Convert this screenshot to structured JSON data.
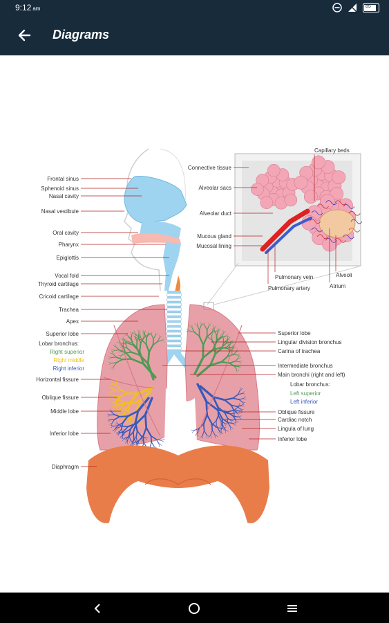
{
  "status": {
    "time": "9:12",
    "time_suffix": "am",
    "battery": "85"
  },
  "appbar": {
    "title": "Diagrams"
  },
  "diagram": {
    "left_labels": [
      {
        "text": "Frontal sinus"
      },
      {
        "text": "Sphenoid sinus"
      },
      {
        "text": "Nasal cavity"
      },
      {
        "text": "Nasal vestibule"
      },
      {
        "text": "Oral cavity"
      },
      {
        "text": "Pharynx"
      },
      {
        "text": "Epiglottis"
      },
      {
        "text": "Vocal fold"
      },
      {
        "text": "Thyroid cartilage"
      },
      {
        "text": "Cricoid cartilage"
      },
      {
        "text": "Trachea"
      },
      {
        "text": "Apex"
      },
      {
        "text": "Superior lobe"
      },
      {
        "text": "Lobar bronchus:"
      },
      {
        "text": "Right superior"
      },
      {
        "text": "Right middle"
      },
      {
        "text": "Right inferior"
      },
      {
        "text": "Horizontal fissure"
      },
      {
        "text": "Oblique fissure"
      },
      {
        "text": "Middle lobe"
      },
      {
        "text": "Inferior lobe"
      },
      {
        "text": "Diaphragm"
      }
    ],
    "right_labels": [
      {
        "text": "Superior lobe"
      },
      {
        "text": "Lingular division bronchus"
      },
      {
        "text": "Carina of trachea"
      },
      {
        "text": "Intermediate bronchus"
      },
      {
        "text": "Main bronchi (right and left)"
      },
      {
        "text": "Lobar bronchus:"
      },
      {
        "text": "Left superior"
      },
      {
        "text": "Left inferior"
      },
      {
        "text": "Oblique fissure"
      },
      {
        "text": "Cardiac notch"
      },
      {
        "text": "Lingula of lung"
      },
      {
        "text": "Inferior lobe"
      }
    ],
    "inset_labels": [
      {
        "text": "Connective tissue"
      },
      {
        "text": "Capillary beds"
      },
      {
        "text": "Alveolar sacs"
      },
      {
        "text": "Alveolar duct"
      },
      {
        "text": "Mucous gland"
      },
      {
        "text": "Mucosal lining"
      },
      {
        "text": "Pulmonary vein"
      },
      {
        "text": "Pulmonary artery"
      },
      {
        "text": "Alveoli"
      },
      {
        "text": "Atrium"
      }
    ],
    "colors": {
      "lung": "#e8a0a8",
      "lung_dark": "#d77a86",
      "diaphragm": "#e97d4a",
      "airway": "#9fd4f0",
      "bronchus_superior": "#4f9a55",
      "bronchus_middle": "#f0c020",
      "bronchus_inferior": "#3a59b8",
      "label_line": "#b02020"
    }
  }
}
